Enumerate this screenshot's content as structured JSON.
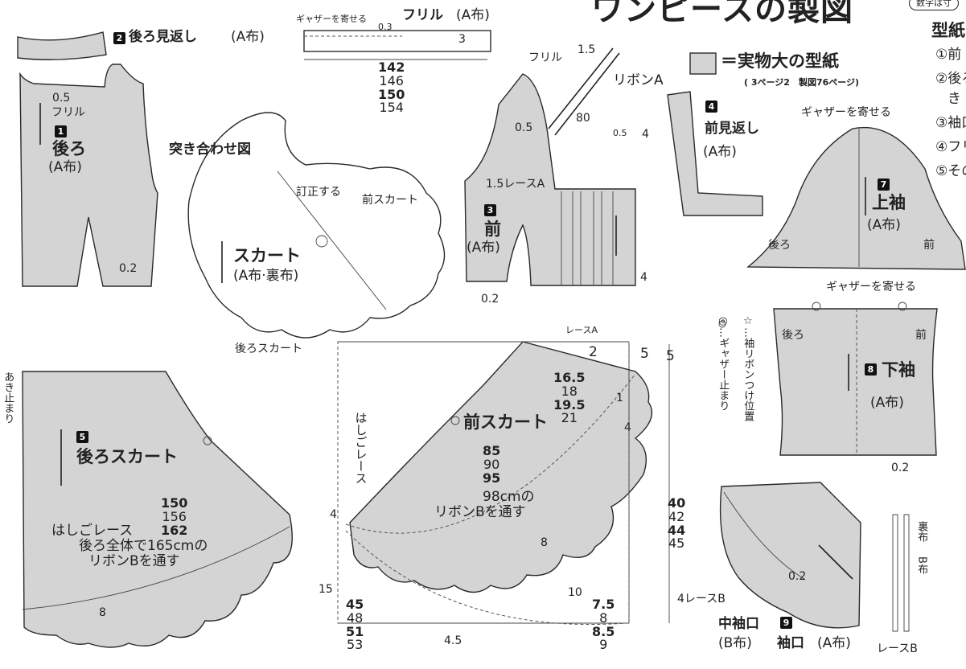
{
  "header": {
    "title": "ワンピースの製図",
    "badge": "数字は寸",
    "legend_text": "＝実物大の型紙",
    "legend_ref": "( 3ページ2　製図76ページ)"
  },
  "side_list": {
    "heading": "型紙",
    "items": [
      "①前",
      "②後ろ",
      "き",
      "③袖口",
      "④フリ",
      "⑤その"
    ]
  },
  "pieces": {
    "back_facing": {
      "no": "2",
      "name": "後ろ見返し",
      "fabric": "(A布)"
    },
    "frill": {
      "name": "フリル",
      "fabric": "(A布)",
      "gather": "ギャザーを寄せる",
      "seam": "0.3",
      "width": "3",
      "lengths": [
        "142",
        "146",
        "150",
        "154"
      ]
    },
    "back": {
      "no": "1",
      "name": "後ろ",
      "fabric": "(A布)",
      "frill_label": "フリル",
      "m1": "0.5",
      "m2": "0.2"
    },
    "assembly": {
      "title": "突き合わせ図",
      "correct": "訂正する",
      "front_skirt": "前スカート",
      "skirt": "スカート",
      "skirt_fabric": "(A布·裏布)",
      "back_skirt": "後ろスカート"
    },
    "front": {
      "no": "3",
      "name": "前",
      "fabric": "(A布)",
      "frill_label": "フリル",
      "ribbon": "リボンA",
      "m_top": "1.5",
      "m_80": "80",
      "m_05a": "0.5",
      "m_05b": "0.5",
      "lace": "1.5レースA",
      "lace_bottom": "レースA",
      "m4a": "4",
      "m4b": "4",
      "m02": "0.2"
    },
    "front_facing": {
      "no": "4",
      "name": "前見返し",
      "fabric": "(A布)"
    },
    "upper_sleeve": {
      "no": "7",
      "name": "上袖",
      "fabric": "(A布)",
      "gather": "ギャザーを寄せる",
      "back": "後ろ",
      "front": "前"
    },
    "lower_sleeve": {
      "no": "8",
      "name": "下袖",
      "fabric": "(A布)",
      "gather": "ギャザーを寄せる",
      "back": "後ろ",
      "front": "前",
      "m02": "0.2"
    },
    "markers": {
      "text1": "☆…袖リボンつけ位置",
      "text2": "◎…ギャザー止まり"
    },
    "back_skirt": {
      "no": "5",
      "name": "後ろスカート",
      "opening": "あき止まり",
      "lengths": [
        "150",
        "156",
        "162"
      ],
      "ladder": "はしごレース",
      "ribbon_note1": "後ろ全体で165cmの",
      "ribbon_note2": "リボンBを通す",
      "m8": "8"
    },
    "front_skirt": {
      "name": "前スカート",
      "ladder": "はしごレース",
      "m2": "2",
      "m5a": "5",
      "m5b": "5",
      "m1": "1",
      "m4a": "4",
      "m4b": "4",
      "m8a": "8",
      "m10": "10",
      "m15": "15",
      "m45": "4.5",
      "side_lengths": [
        "16.5",
        "18",
        "19.5",
        "21"
      ],
      "lengths": [
        "85",
        "90",
        "95"
      ],
      "ribbon1": "98cmの",
      "ribbon2": "リボンBを通す",
      "heights": [
        "40",
        "42",
        "44",
        "45"
      ],
      "bottom_left": [
        "45",
        "48",
        "51",
        "53"
      ],
      "bottom_right": [
        "7.5",
        "8",
        "8.5",
        "9"
      ]
    },
    "cuff": {
      "no": "9",
      "mid_name": "中袖口",
      "mid_fabric": "(B布)",
      "name": "袖口",
      "fabric": "(A布)",
      "lace": "4レースB",
      "m02": "0.2",
      "lining": "裏布",
      "bfabric": "B布",
      "laceB": "レースB"
    }
  },
  "colors": {
    "pattern_fill": "#d4d4d4",
    "line": "#2a2a2a"
  }
}
